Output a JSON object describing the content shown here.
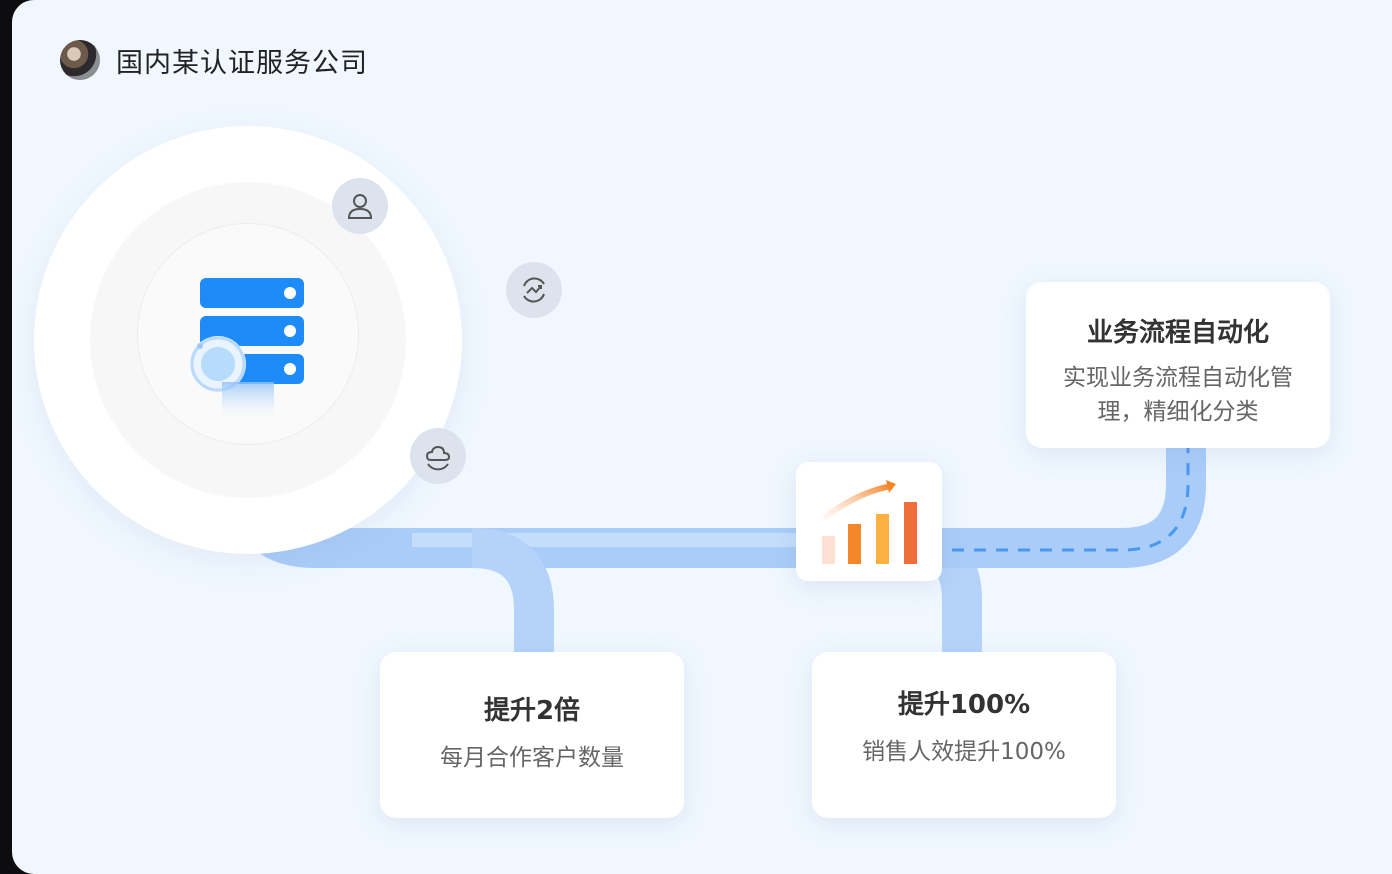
{
  "header": {
    "company_name": "国内某认证服务公司",
    "avatar_icon": "person-photo-avatar"
  },
  "hub": {
    "icon": "server-stack-icon",
    "satellites": [
      "user-icon",
      "trend-cycle-icon",
      "cloud-sync-icon"
    ]
  },
  "cards": [
    {
      "title": "业务流程自动化",
      "desc_line1": "实现业务流程自动化管",
      "desc_line2": "理，精细化分类"
    },
    {
      "title": "提升2倍",
      "desc": "每月合作客户数量"
    },
    {
      "title": "提升100%",
      "desc": "销售人效提升100%"
    }
  ],
  "chart_icon": "growth-bar-chart-icon",
  "colors": {
    "accent": "#1d8cf8",
    "pipe": "#a9ccf8",
    "orange": "#f5862a",
    "background": "#f0f7fe"
  }
}
